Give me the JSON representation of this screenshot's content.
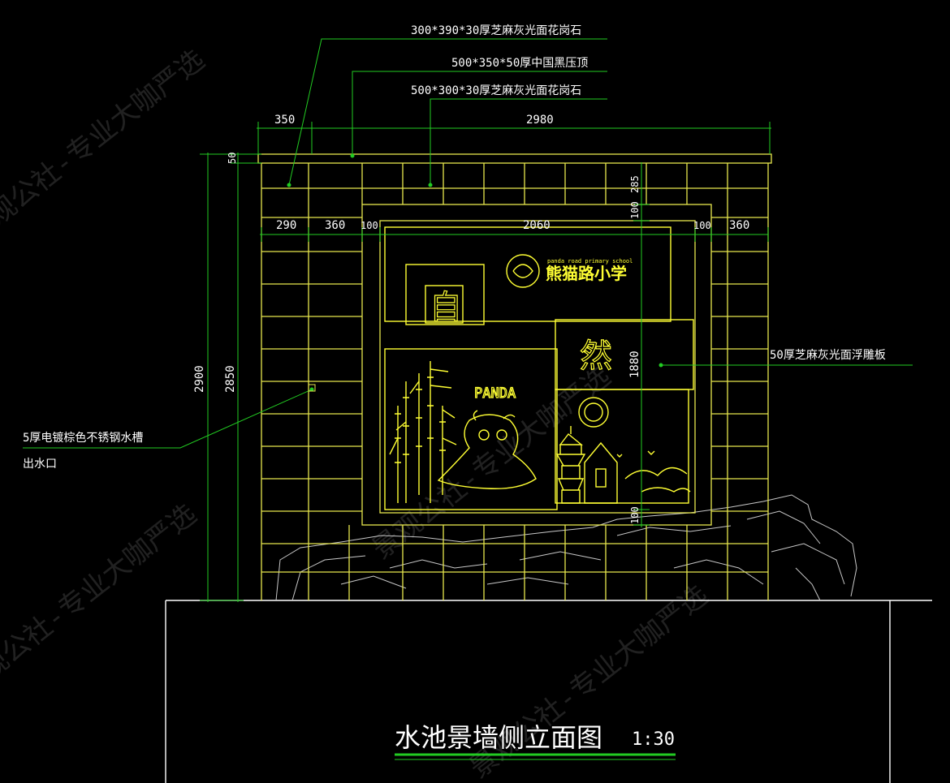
{
  "colors": {
    "background": "#000000",
    "wall": "#e6e64e",
    "dimension": "#22cc22",
    "text": "#ffffff",
    "relief": "#ffff33",
    "rock": "#bbbbbb",
    "watermark": "#ffffff"
  },
  "callouts": {
    "granite_top": "300*390*30厚芝麻灰光面花岗石",
    "black_cap": "500*350*50厚中国黑压顶",
    "granite_main": "500*300*30厚芝麻灰光面花岗石",
    "relief_panel": "50厚芝麻灰光面浮雕板",
    "water_trough_line1": "5厚电镀棕色不锈钢水槽",
    "water_trough_line2": "出水口"
  },
  "dimensions": {
    "top_left": "350",
    "top_main": "2980",
    "h_cap": "50",
    "h_total": "2900",
    "h_wall": "2850",
    "row_290": "290",
    "row_360_left": "360",
    "row_100_left": "100",
    "row_2060": "2060",
    "row_100_right": "100",
    "row_360_right": "360",
    "v_285": "285",
    "v_100_top": "100",
    "v_1880": "1880",
    "v_100_bottom": "100"
  },
  "relief": {
    "school_name": "熊猫路小学",
    "school_subtitle": "panda road primary school",
    "char_zi": "自",
    "char_ran": "然",
    "word_panda": "PANDA"
  },
  "title": {
    "text": "水池景墙侧立面图",
    "scale": "1:30"
  },
  "watermark": "景观公社-专业大咖严选"
}
